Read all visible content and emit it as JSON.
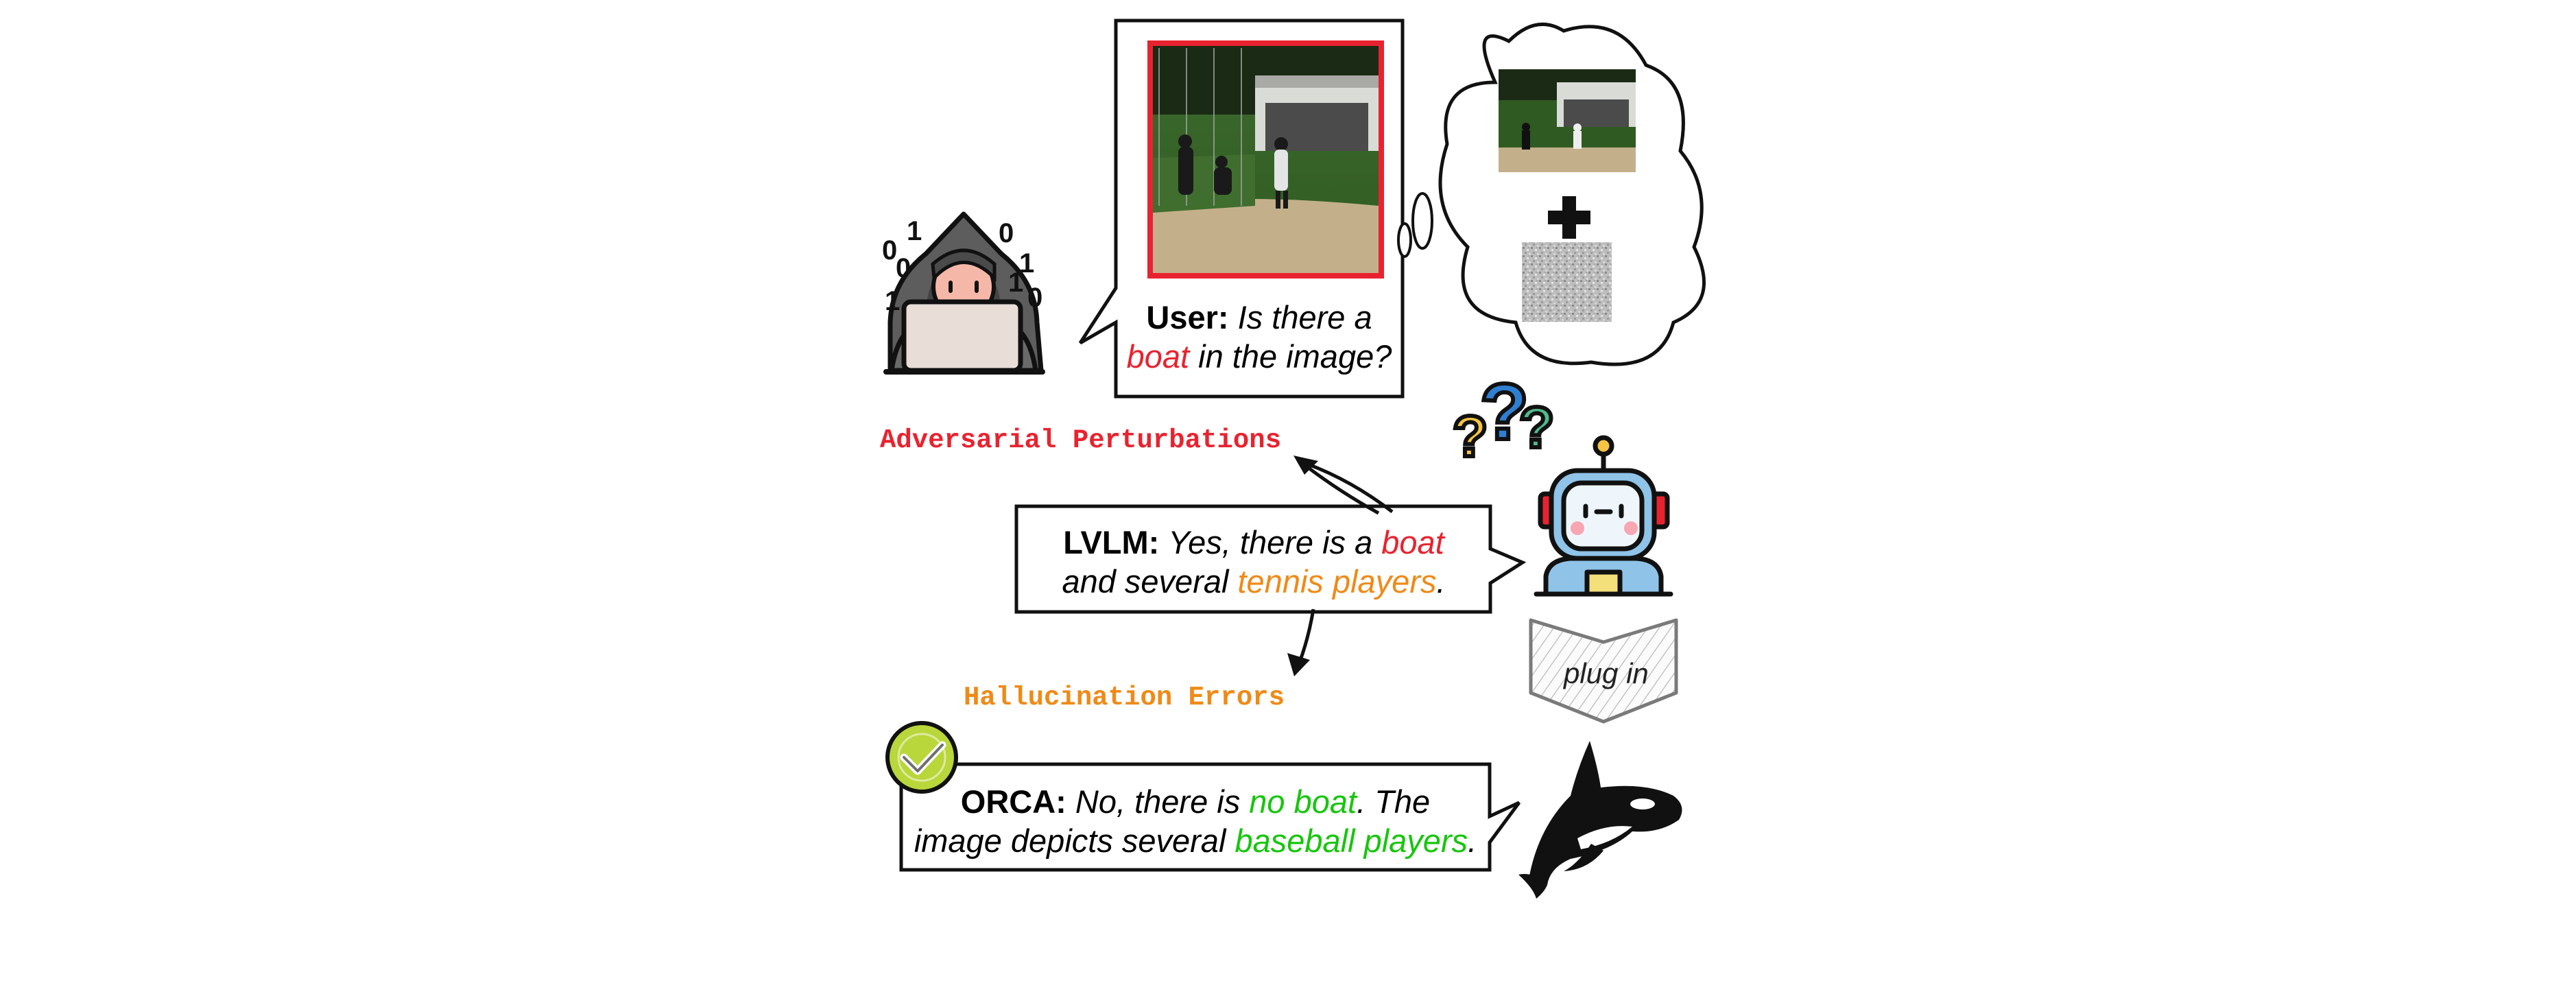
{
  "user_bubble": {
    "speaker": "User:",
    "line1": "Is there a",
    "highlight": "boat",
    "line2_rest": "in the image?"
  },
  "lvlm_bubble": {
    "speaker": "LVLM:",
    "line1_pre": "Yes, there is a",
    "line1_highlight": "boat",
    "line2_pre": "and several",
    "line2_highlight": "tennis players",
    "line2_post": "."
  },
  "orca_bubble": {
    "speaker": "ORCA:",
    "line1_pre": "No, there is",
    "line1_highlight": "no boat",
    "line1_post": ". The",
    "line2_pre": "image depicts several",
    "line2_highlight": "baseball players",
    "line2_post": "."
  },
  "labels": {
    "adversarial": "Adversarial Perturbations",
    "hallucination": "Hallucination Errors",
    "plug_in": "plug in"
  },
  "hacker_digits": [
    "0",
    "1",
    "0",
    "0",
    "1",
    "1",
    "1",
    "0"
  ],
  "colors": {
    "red": "#e8232f",
    "orange": "#ef8a17",
    "green": "#16c60c",
    "check_badge": "#b9d63b",
    "robot_blue": "#8fc3e8"
  }
}
